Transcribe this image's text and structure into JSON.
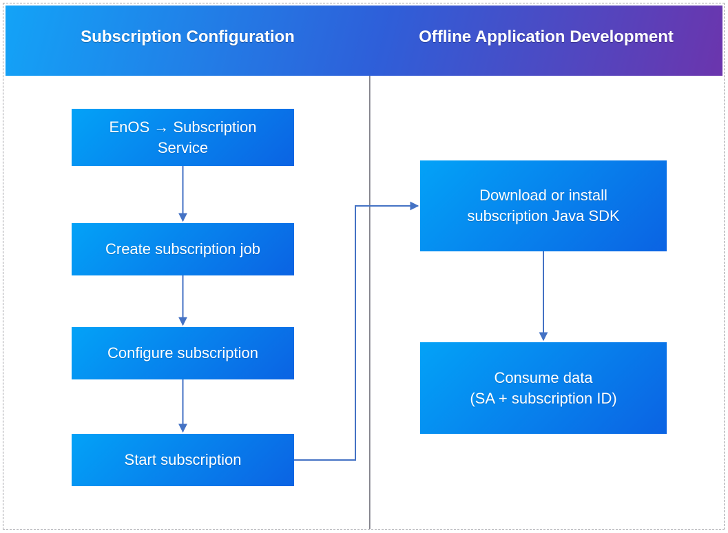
{
  "header": {
    "left_title": "Subscription Configuration",
    "right_title": "Offline Application Development"
  },
  "left_column": {
    "nodes": [
      {
        "name": "enos-subscription-service",
        "lines": [
          "EnOS → Subscription",
          "Service"
        ]
      },
      {
        "name": "create-subscription-job",
        "lines": [
          "Create subscription job"
        ]
      },
      {
        "name": "configure-subscription",
        "lines": [
          "Configure subscription"
        ]
      },
      {
        "name": "start-subscription",
        "lines": [
          "Start subscription"
        ]
      }
    ]
  },
  "right_column": {
    "nodes": [
      {
        "name": "download-install-sdk",
        "lines": [
          "Download or install",
          "subscription Java SDK"
        ]
      },
      {
        "name": "consume-data",
        "lines": [
          "Consume data",
          "(SA + subscription ID)"
        ]
      }
    ]
  },
  "colors": {
    "header_gradient_start": "#13a3f7",
    "header_gradient_mid": "#2e5fd9",
    "header_gradient_end": "#6b35ad",
    "node_gradient_start": "#03a2f7",
    "node_gradient_end": "#0b63e3",
    "arrow": "#4472c4",
    "divider": "#85858c",
    "frame_dash": "#9f9fa4",
    "text": "#ffffff"
  }
}
